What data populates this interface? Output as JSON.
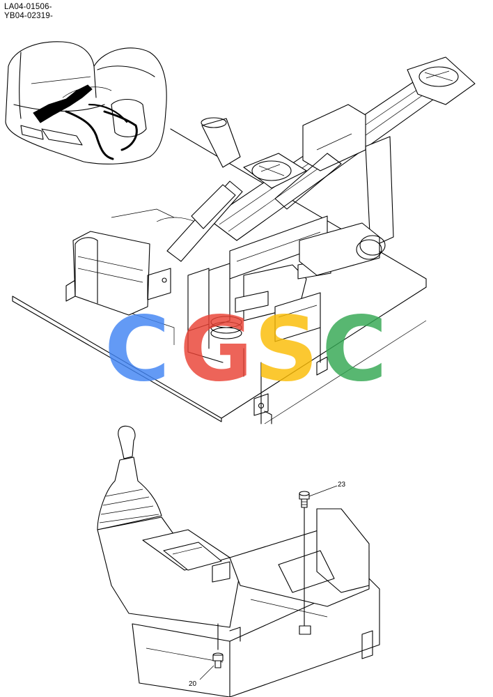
{
  "header": {
    "serial_1": "LA04-01506-",
    "serial_2": "YB04-02319-"
  },
  "callouts": [
    {
      "id": "part-23",
      "label": "23"
    },
    {
      "id": "part-20",
      "label": "20"
    }
  ],
  "watermark": {
    "letters": [
      "C",
      "G",
      "S",
      "C"
    ],
    "colors": [
      "#4285F4",
      "#EA4335",
      "#FBBC05",
      "#34A853"
    ]
  }
}
